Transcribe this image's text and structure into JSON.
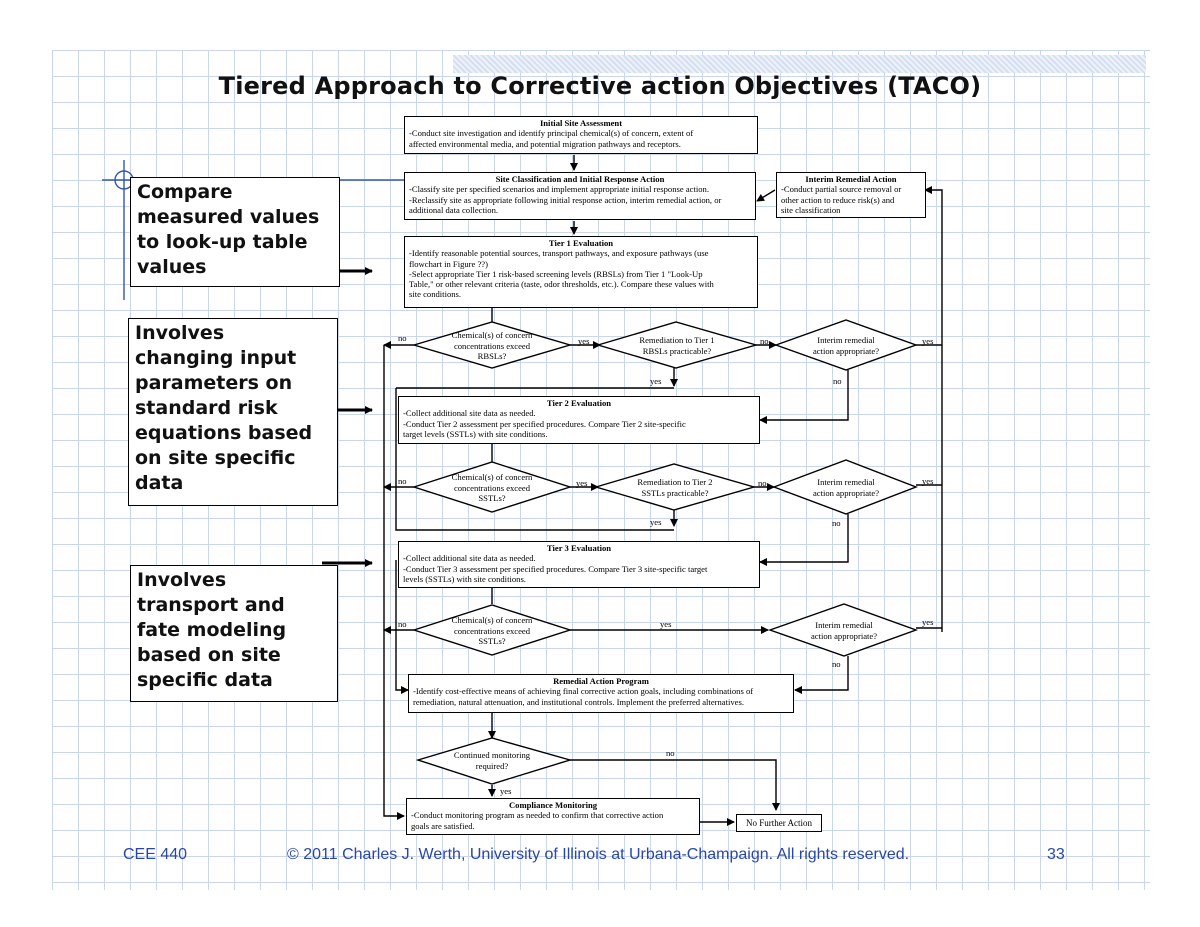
{
  "title": "Tiered Approach to Corrective action Objectives (TACO)",
  "notes": [
    {
      "lines": [
        "Compare",
        "measured values",
        "to look-up table",
        "values"
      ]
    },
    {
      "lines": [
        "Involves",
        "changing input",
        "parameters on",
        "standard risk",
        "equations based",
        "on site specific",
        "data"
      ]
    },
    {
      "lines": [
        "Involves",
        "transport and",
        "fate modeling",
        "based on site",
        "specific data"
      ]
    }
  ],
  "boxes": {
    "initial": {
      "title": "Initial Site Assessment",
      "lines": [
        "-Conduct site investigation and identify principal chemical(s) of concern, extent of",
        "affected environmental media, and potential migration pathways and receptors."
      ]
    },
    "site_class": {
      "title": "Site Classification and Initial Response Action",
      "lines": [
        "-Classify site per specified scenarios and implement appropriate initial response action.",
        "-Reclassify site as appropriate following initial response action, interim remedial action, or",
        "additional data collection."
      ]
    },
    "interim": {
      "title": "Interim Remedial Action",
      "lines": [
        "-Conduct partial source removal or",
        "other action to reduce risk(s) and",
        "site classification"
      ]
    },
    "tier1": {
      "title": "Tier 1 Evaluation",
      "lines": [
        "-Identify reasonable potential sources, transport pathways, and exposure pathways (use",
        "flowchart in Figure ??)",
        "-Select appropriate Tier 1 risk-based screening levels (RBSLs) from Tier 1 \"Look-Up",
        "Table,\" or other relevant criteria (taste, odor thresholds, etc.). Compare these values with",
        "site conditions."
      ]
    },
    "tier2": {
      "title": "Tier 2 Evaluation",
      "lines": [
        "-Collect additional site data as needed.",
        "-Conduct Tier 2 assessment per specified procedures. Compare Tier 2 site-specific",
        "target levels (SSTLs) with site conditions."
      ]
    },
    "tier3": {
      "title": "Tier 3 Evaluation",
      "lines": [
        "-Collect additional site data as needed.",
        "-Conduct Tier 3 assessment per specified procedures. Compare Tier 3 site-specific target",
        "levels (SSTLs) with site conditions."
      ]
    },
    "remedial": {
      "title": "Remedial Action Program",
      "lines": [
        "-Identify cost-effective means of achieving final corrective action goals, including combinations of",
        "remediation, natural attenuation, and institutional controls. Implement the preferred alternatives."
      ]
    },
    "compliance": {
      "title": "Compliance Monitoring",
      "lines": [
        "-Conduct monitoring program as needed to confirm that corrective action",
        "goals are satisfied."
      ]
    },
    "nfa": {
      "text": "No Further Action"
    }
  },
  "diamonds": {
    "c1": [
      "Chemical(s) of concern",
      "concentrations exceed",
      "RBSLs?"
    ],
    "r1": [
      "Remediation to Tier 1",
      "RBSLs practicable?"
    ],
    "i1": [
      "Interim remedial",
      "action appropriate?"
    ],
    "c2": [
      "Chemical(s) of concern",
      "concentrations exceed",
      "SSTLs?"
    ],
    "r2": [
      "Remediation to Tier 2",
      "SSTLs practicable?"
    ],
    "i2": [
      "Interim remedial",
      "action appropriate?"
    ],
    "c3": [
      "Chemical(s) of concern",
      "concentrations exceed",
      "SSTLs?"
    ],
    "i3": [
      "Interim remedial",
      "action appropriate?"
    ],
    "mon": [
      "Continued monitoring",
      "required?"
    ]
  },
  "edge_labels": {
    "yes": "yes",
    "no": "no"
  },
  "footer": {
    "course": "CEE 440",
    "copyright": "© 2011 Charles J. Werth, University of Illinois at Urbana-Champaign.  All rights reserved.",
    "page": "33"
  }
}
